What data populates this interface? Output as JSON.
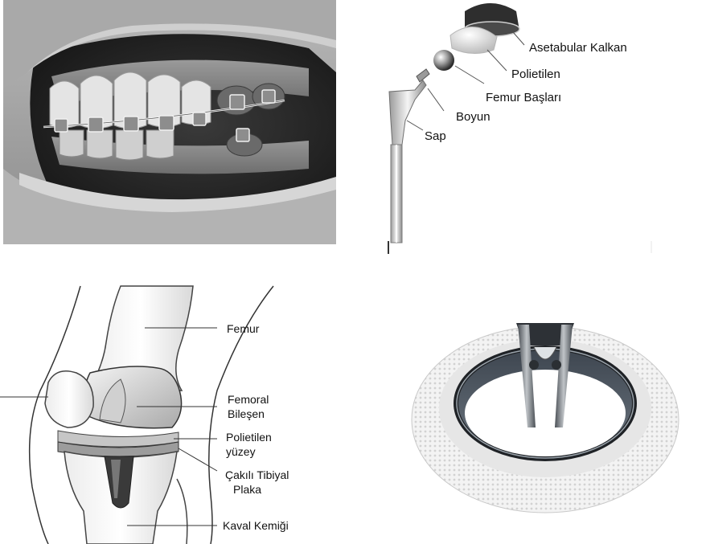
{
  "hip_implant": {
    "labels": {
      "acetabular_shell": "Asetabular Kalkan",
      "polyethylene": "Polietilen",
      "femoral_heads": "Femur Başları",
      "neck": "Boyun",
      "stem": "Sap"
    }
  },
  "knee_implant": {
    "labels": {
      "femur": "Femur",
      "femoral_component_line1": "Femoral",
      "femoral_component_line2": "Bileşen",
      "polyethylene_line1": "Polietilen",
      "polyethylene_line2": "yüzey",
      "tibial_plate_line1": "Çakılı Tibiyal",
      "tibial_plate_line2": "Plaka",
      "tibia": "Kaval Kemiği"
    }
  }
}
